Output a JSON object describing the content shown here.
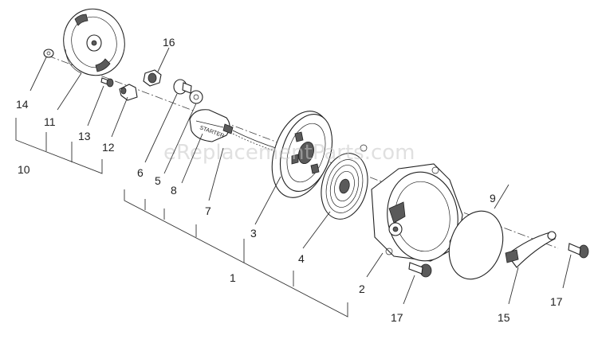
{
  "watermark": "eReplacementParts.com",
  "callouts": {
    "c1": "1",
    "c2": "2",
    "c3": "3",
    "c4": "4",
    "c5": "5",
    "c6": "6",
    "c7": "7",
    "c8": "8",
    "c9": "9",
    "c10": "10",
    "c11": "11",
    "c12": "12",
    "c13": "13",
    "c14": "14",
    "c15": "15",
    "c16": "16",
    "c17a": "17",
    "c17b": "17"
  },
  "handle_text": "STARTER"
}
